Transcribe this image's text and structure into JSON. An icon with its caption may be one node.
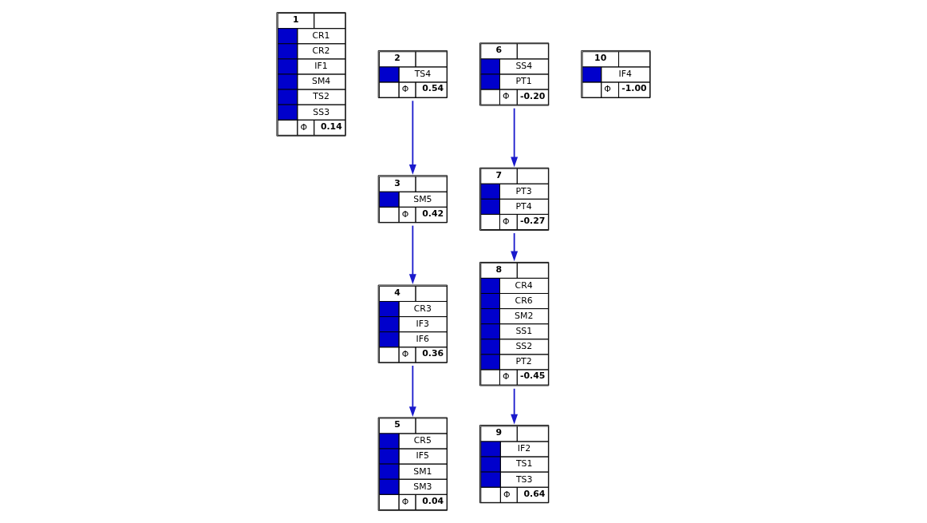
{
  "diagram": {
    "nodes": [
      {
        "text": [
          "1",
          "CR1",
          "CR2",
          "IF1",
          "SM4",
          "TS2",
          "SS3",
          "Φ",
          "0.14"
        ]
      },
      {
        "text": [
          "2",
          "TS4",
          "Φ",
          "0.54"
        ]
      },
      {
        "text": [
          "3",
          "SM5",
          "Φ",
          "0.42"
        ]
      },
      {
        "text": [
          "4",
          "CR3",
          "IF3",
          "IF6",
          "Φ",
          "0.36"
        ]
      },
      {
        "text": [
          "5",
          "CR5",
          "IF5",
          "SM1",
          "SM3",
          "Φ",
          "0.04"
        ]
      },
      {
        "text": [
          "6",
          "SS4",
          "PT1",
          "Φ",
          "-0.20"
        ]
      },
      {
        "text": [
          "7",
          "PT3",
          "PT4",
          "Φ",
          "-0.27"
        ]
      },
      {
        "text": [
          "8",
          "CR4",
          "CR6",
          "SM2",
          "SS1",
          "SS2",
          "PT2",
          "Φ",
          "-0.45"
        ]
      },
      {
        "text": [
          "9",
          "IF2",
          "TS1",
          "TS3",
          "Φ",
          "0.64"
        ]
      },
      {
        "text": [
          "10",
          "IF4",
          "Φ",
          "-1.00"
        ]
      }
    ],
    "edges": [
      {
        "from": 1,
        "to": 2,
        "arrow": "to",
        "color": "#1a1acc"
      },
      {
        "from": 2,
        "to": 3,
        "arrow": "to",
        "color": "#1a1acc"
      },
      {
        "from": 3,
        "to": 4,
        "arrow": "to",
        "color": "#1a1acc"
      },
      {
        "from": 5,
        "to": 6,
        "arrow": "to",
        "color": "#1a1acc"
      },
      {
        "from": 6,
        "to": 7,
        "arrow": "to",
        "color": "#1a1acc"
      },
      {
        "from": 7,
        "to": 8,
        "arrow": "to",
        "color": "#1a1acc"
      }
    ]
  }
}
